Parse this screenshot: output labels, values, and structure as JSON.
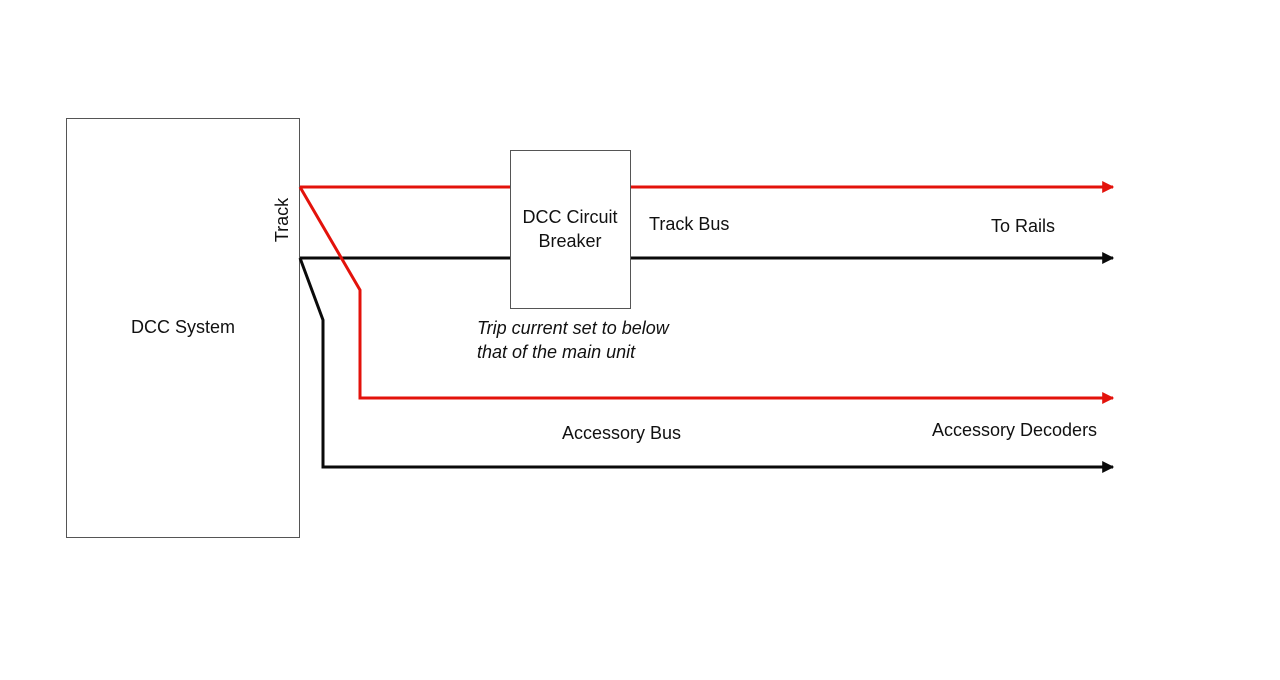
{
  "colors": {
    "red_wire": "#e3120b",
    "black_wire": "#0a0a0a",
    "box_stroke": "#555555",
    "background": "#ffffff"
  },
  "dcc_system": {
    "label": "DCC System",
    "port_label": "Track"
  },
  "circuit_breaker": {
    "label_line1": "DCC Circuit",
    "label_line2": "Breaker",
    "note_line1": "Trip current set to below",
    "note_line2": "that of the main unit"
  },
  "buses": {
    "track_bus_label": "Track Bus",
    "track_destination": "To Rails",
    "accessory_bus_label": "Accessory Bus",
    "accessory_destination": "Accessory Decoders"
  }
}
